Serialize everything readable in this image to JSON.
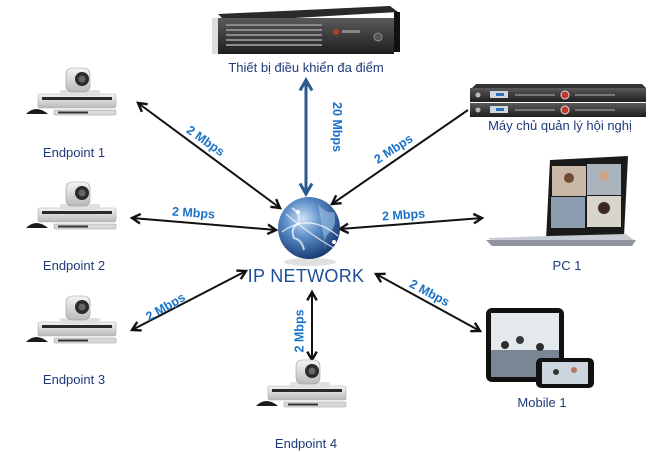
{
  "diagram": {
    "center": {
      "label": "IP NETWORK",
      "icon": "globe-icon"
    },
    "colors": {
      "label_text": "#1f3a7a",
      "bandwidth_text": "#1a73c8",
      "arrow": "#111111",
      "mcu_link_arrow": "#2a5a8f"
    },
    "nodes": [
      {
        "id": "mcu",
        "label": "Thiết bị điều khiển đa điểm",
        "icon": "rack-server-icon"
      },
      {
        "id": "conference-server",
        "label": "Máy chủ quản lý hội nghị",
        "icon": "dual-rack-server-icon"
      },
      {
        "id": "endpoint-1",
        "label": "Endpoint 1",
        "icon": "video-conference-endpoint-icon"
      },
      {
        "id": "endpoint-2",
        "label": "Endpoint 2",
        "icon": "video-conference-endpoint-icon"
      },
      {
        "id": "endpoint-3",
        "label": "Endpoint 3",
        "icon": "video-conference-endpoint-icon"
      },
      {
        "id": "endpoint-4",
        "label": "Endpoint 4",
        "icon": "video-conference-endpoint-icon"
      },
      {
        "id": "pc-1",
        "label": "PC 1",
        "icon": "laptop-icon"
      },
      {
        "id": "mobile-1",
        "label": "Mobile 1",
        "icon": "tablet-phone-icon"
      }
    ],
    "links": [
      {
        "to": "mcu",
        "bandwidth": "20 Mbps",
        "direction": "bidirectional"
      },
      {
        "to": "conference-server",
        "bandwidth": "2 Mbps",
        "direction": "to-network"
      },
      {
        "to": "endpoint-1",
        "bandwidth": "2 Mbps",
        "direction": "bidirectional"
      },
      {
        "to": "endpoint-2",
        "bandwidth": "2 Mbps",
        "direction": "bidirectional"
      },
      {
        "to": "endpoint-3",
        "bandwidth": "2 Mbps",
        "direction": "bidirectional"
      },
      {
        "to": "endpoint-4",
        "bandwidth": "2 Mbps",
        "direction": "bidirectional"
      },
      {
        "to": "pc-1",
        "bandwidth": "2 Mbps",
        "direction": "bidirectional"
      },
      {
        "to": "mobile-1",
        "bandwidth": "2 Mbps",
        "direction": "bidirectional"
      }
    ]
  }
}
